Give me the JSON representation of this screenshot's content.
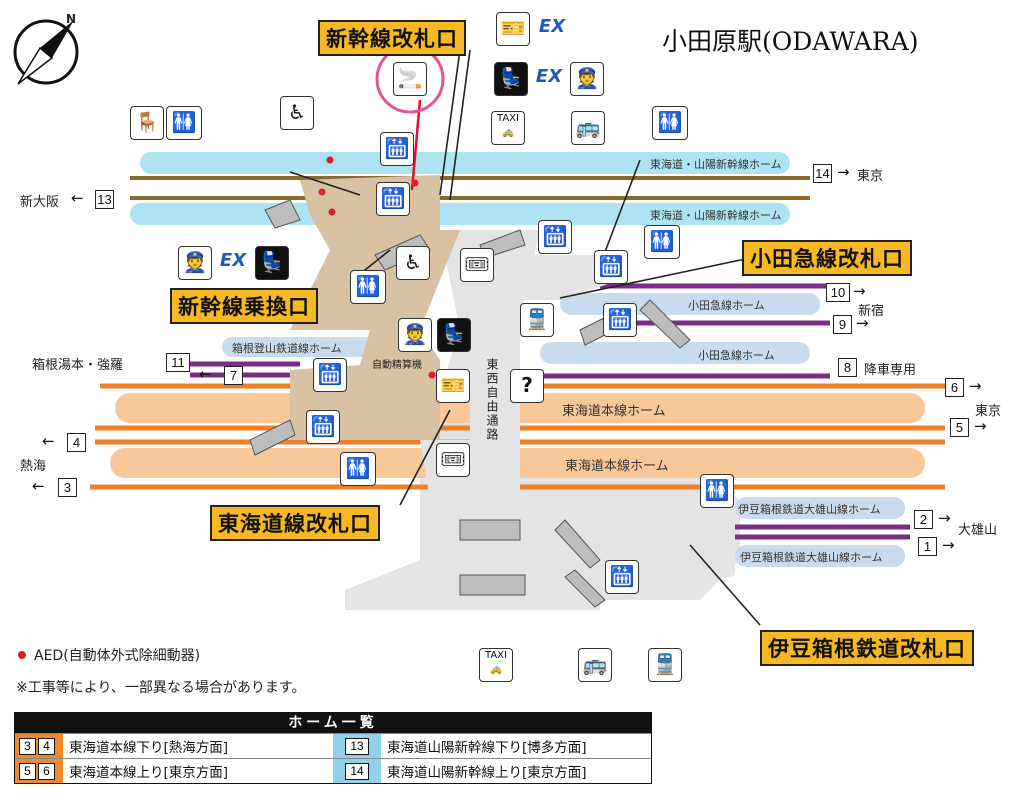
{
  "title": "小田原駅(ODAWARA)",
  "callouts": {
    "shinkansen_gate": "新幹線改札口",
    "odakyu_gate": "小田急線改札口",
    "shinkansen_transfer": "新幹線乗換口",
    "tokaido_gate": "東海道線改札口",
    "izuhakone_gate": "伊豆箱根鉄道改札口"
  },
  "platforms": {
    "shinkansen_top": "東海道・山陽新幹線ホーム",
    "shinkansen_bottom": "東海道・山陽新幹線ホーム",
    "odakyu_top": "小田急線ホーム",
    "odakyu_bottom": "小田急線ホーム",
    "hakone_tozan": "箱根登山鉄道線ホーム",
    "tokaido_top": "東海道本線ホーム",
    "tokaido_bottom": "東海道本線ホーム",
    "izuhakone_top": "伊豆箱根鉄道大雄山線ホーム",
    "izuhakone_bottom": "伊豆箱根鉄道大雄山線ホーム"
  },
  "tracks": {
    "t14": "14",
    "t13": "13",
    "t10": "10",
    "t9": "9",
    "t8": "8",
    "t11": "11",
    "t7": "7",
    "t6": "6",
    "t5": "5",
    "t4": "4",
    "t3": "3",
    "t2": "2",
    "t1": "1"
  },
  "destinations": {
    "tokyo_shinkansen": "東京",
    "shin_osaka": "新大阪",
    "shinjuku": "新宿",
    "kousha_senyou": "降車専用",
    "hakone": "箱根湯本・強羅",
    "tokyo": "東京",
    "atami": "熱海",
    "daiyuzan": "大雄山"
  },
  "corridor": "東西自由通路",
  "ticket_machine_label": "自動精算機",
  "icons": {
    "taxi": "TAXI",
    "ex": "EX",
    "compass_n": "N"
  },
  "notes": {
    "aed": "AED(自動体外式除細動器)",
    "disclaimer": "※工事等により、一部異なる場合があります。"
  },
  "legend": {
    "header": "ホーム一覧",
    "rows": [
      {
        "nums": [
          "3",
          "4"
        ],
        "text": "東海道本線下り[熱海方面]",
        "nums2": [
          "13"
        ],
        "text2": "東海道山陽新幹線下り[博多方面]"
      },
      {
        "nums": [
          "5",
          "6"
        ],
        "text": "東海道本線上り[東京方面]",
        "nums2": [
          "14"
        ],
        "text2": "東海道山陽新幹線上り[東京方面]"
      }
    ]
  },
  "colors": {
    "shinkansen_platform": "#aee3f2",
    "tokaido_platform": "#f9c899",
    "tokaido_track": "#f07f2a",
    "odakyu_track": "#7b2c86",
    "callout_bg": "#f7b923",
    "concourse": "#d9c1a4",
    "smoking_highlight": "#e0559a",
    "aed_dot": "#d9202c"
  }
}
